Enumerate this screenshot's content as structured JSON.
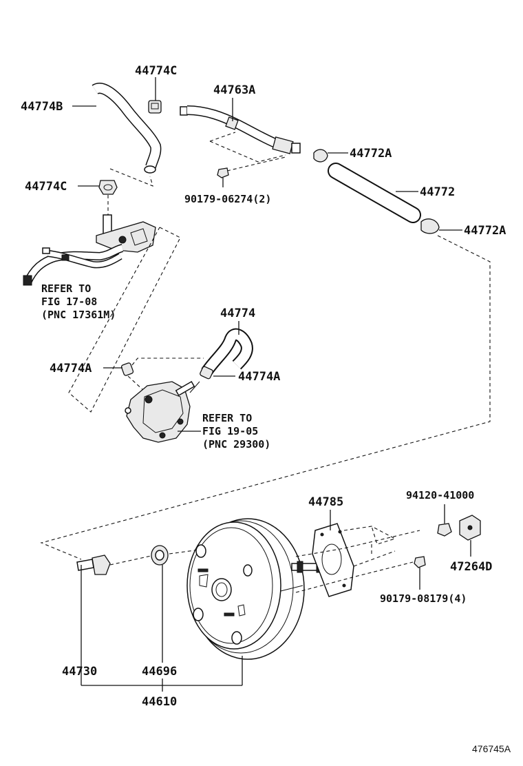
{
  "labels": {
    "p44774C_top": "44774C",
    "p44774B": "44774B",
    "p44774C_low": "44774C",
    "p44763A": "44763A",
    "p44772A_top": "44772A",
    "p44772": "44772",
    "p44772A_low": "44772A",
    "p90179_06274": "90179-06274(2)",
    "p44774": "44774",
    "p44774A_left": "44774A",
    "p44774A_right": "44774A",
    "p44785": "44785",
    "p94120_41000": "94120-41000",
    "p47264D": "47264D",
    "p90179_08179": "90179-08179(4)",
    "p44730": "44730",
    "p44696": "44696",
    "p44610": "44610"
  },
  "refs": {
    "ref1": [
      "REFER TO",
      "FIG 17-08",
      "(PNC 17361M)"
    ],
    "ref2": [
      "REFER TO",
      "FIG 19-05",
      "(PNC 29300)"
    ]
  },
  "diagram_code": "476745A"
}
